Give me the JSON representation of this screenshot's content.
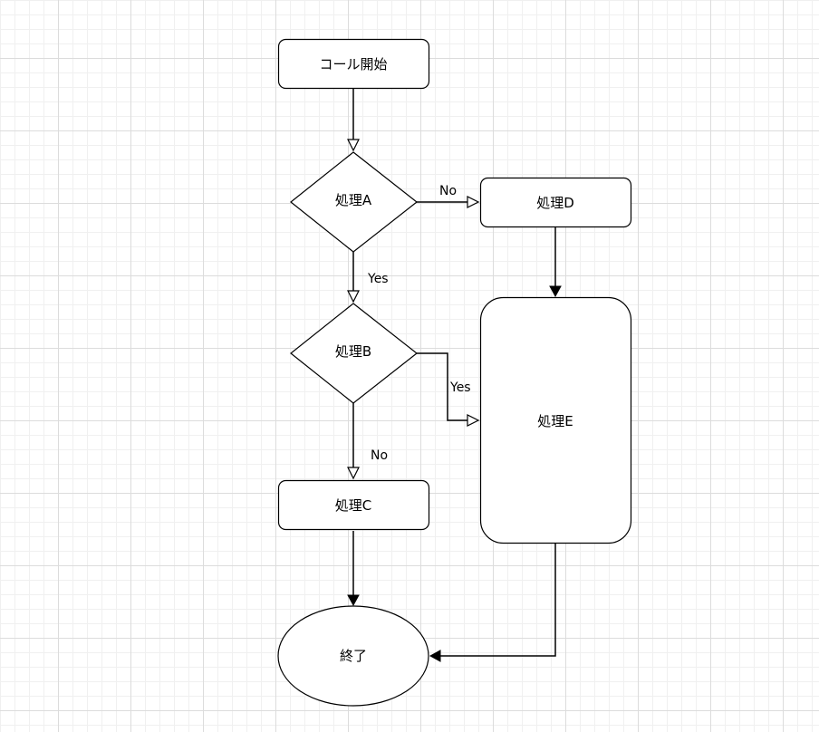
{
  "diagram": {
    "nodes": {
      "start": {
        "label": "コール開始",
        "shape": "rounded-rect"
      },
      "a": {
        "label": "処理A",
        "shape": "diamond"
      },
      "b": {
        "label": "処理B",
        "shape": "diamond"
      },
      "c": {
        "label": "処理C",
        "shape": "rounded-rect"
      },
      "d": {
        "label": "処理D",
        "shape": "rounded-rect"
      },
      "e": {
        "label": "処理E",
        "shape": "rounded-rect"
      },
      "end": {
        "label": "終了",
        "shape": "ellipse"
      }
    },
    "edges": [
      {
        "from": "コール開始",
        "to": "処理A",
        "label": "",
        "arrow": "open-triangle"
      },
      {
        "from": "処理A",
        "to": "処理D",
        "label": "No",
        "arrow": "open-triangle"
      },
      {
        "from": "処理A",
        "to": "処理B",
        "label": "Yes",
        "arrow": "open-triangle"
      },
      {
        "from": "処理B",
        "to": "処理E",
        "label": "Yes",
        "arrow": "open-triangle"
      },
      {
        "from": "処理B",
        "to": "処理C",
        "label": "No",
        "arrow": "open-triangle"
      },
      {
        "from": "処理D",
        "to": "処理E",
        "label": "",
        "arrow": "filled"
      },
      {
        "from": "処理C",
        "to": "終了",
        "label": "",
        "arrow": "filled"
      },
      {
        "from": "処理E",
        "to": "終了",
        "label": "",
        "arrow": "filled"
      }
    ],
    "colors": {
      "stroke": "#000000",
      "fill": "#ffffff",
      "grid": "#dcdcdc"
    }
  }
}
